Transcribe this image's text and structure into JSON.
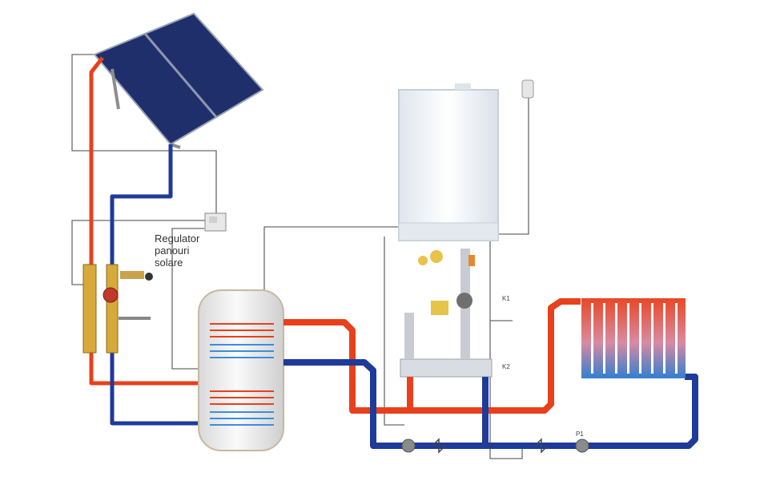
{
  "labels": {
    "regulator_lines": [
      "Regulator",
      "panouri",
      "solare"
    ],
    "k1": "K1",
    "k2": "K2",
    "p1": "P1"
  },
  "colors": {
    "hot_pipe": "#e8401c",
    "cold_pipe": "#1e3b9a",
    "wire": "#6b6b6b",
    "panel": "#1f2f6b",
    "tank": "#f1f1f1",
    "boiler": "#eef2f6"
  },
  "components": {
    "solar_collector": "solar-panel",
    "solar_controller": "regulator-box",
    "solar_pump_group": "pump-station",
    "storage_tank": "boiler-tank",
    "gas_boiler": "wall-boiler",
    "room_thermostat": "thermostat",
    "radiator": "radiator",
    "heating_pump": "circulator-pump",
    "check_valves": "check-valve"
  }
}
